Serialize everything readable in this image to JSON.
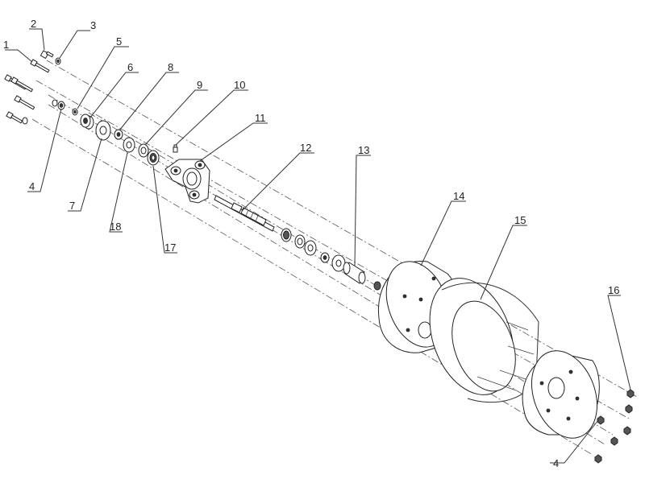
{
  "callouts": [
    "1",
    "2",
    "3",
    "4",
    "5",
    "6",
    "7",
    "8",
    "9",
    "10",
    "11",
    "12",
    "13",
    "14",
    "15",
    "16",
    "17",
    "18",
    "4"
  ]
}
